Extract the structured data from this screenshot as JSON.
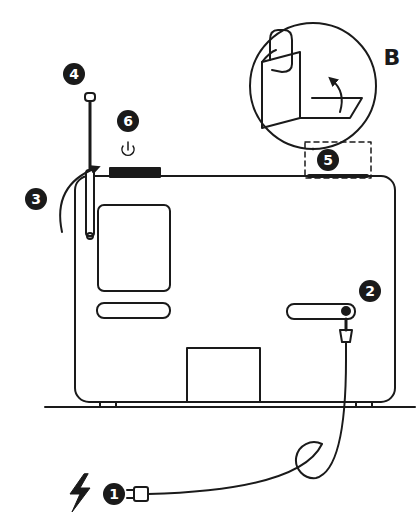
{
  "diagram": {
    "labels": [
      "B",
      "4",
      "6",
      "5",
      "3",
      "2",
      "1"
    ]
  }
}
